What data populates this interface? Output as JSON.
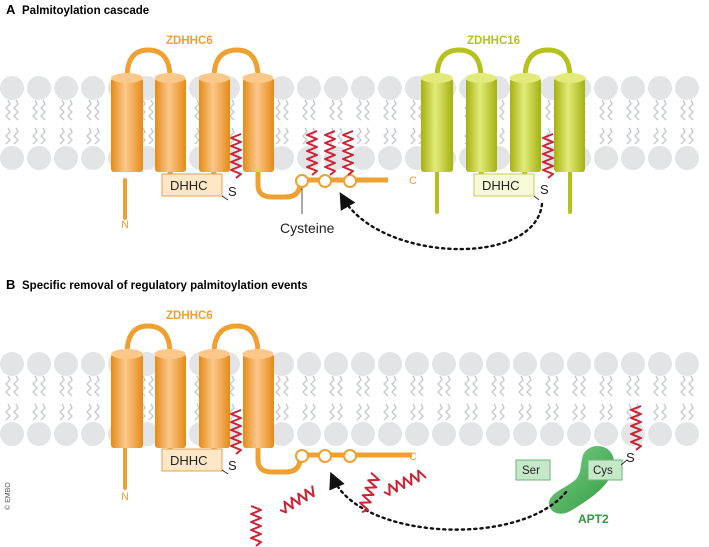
{
  "panel_a": {
    "letter": "A",
    "title": "Palmitoylation cascade",
    "enzyme_left": "ZDHHC6",
    "enzyme_right": "ZDHHC16",
    "motif_left": "DHHC",
    "motif_right": "DHHC",
    "thiol_label": "S",
    "n_terminus": "N",
    "c_terminus": "C",
    "site_label": "Cysteine"
  },
  "panel_b": {
    "letter": "B",
    "title": "Specific removal of regulatory palmitoylation events",
    "enzyme": "ZDHHC6",
    "motif": "DHHC",
    "thiol_label": "S",
    "n_terminus": "N",
    "c_terminus": "C",
    "ser_label": "Ser",
    "cys_label": "Cys",
    "enzyme_thiol_label": "S",
    "thioesterase": "APT2"
  },
  "credit": "© EMBO",
  "colors": {
    "zdhhc6": "#f0a030",
    "zdhhc16": "#b5c21c",
    "apt2": "#2e9a3e",
    "palmitate": "#cc2233",
    "membrane": "#e2e4e6"
  }
}
